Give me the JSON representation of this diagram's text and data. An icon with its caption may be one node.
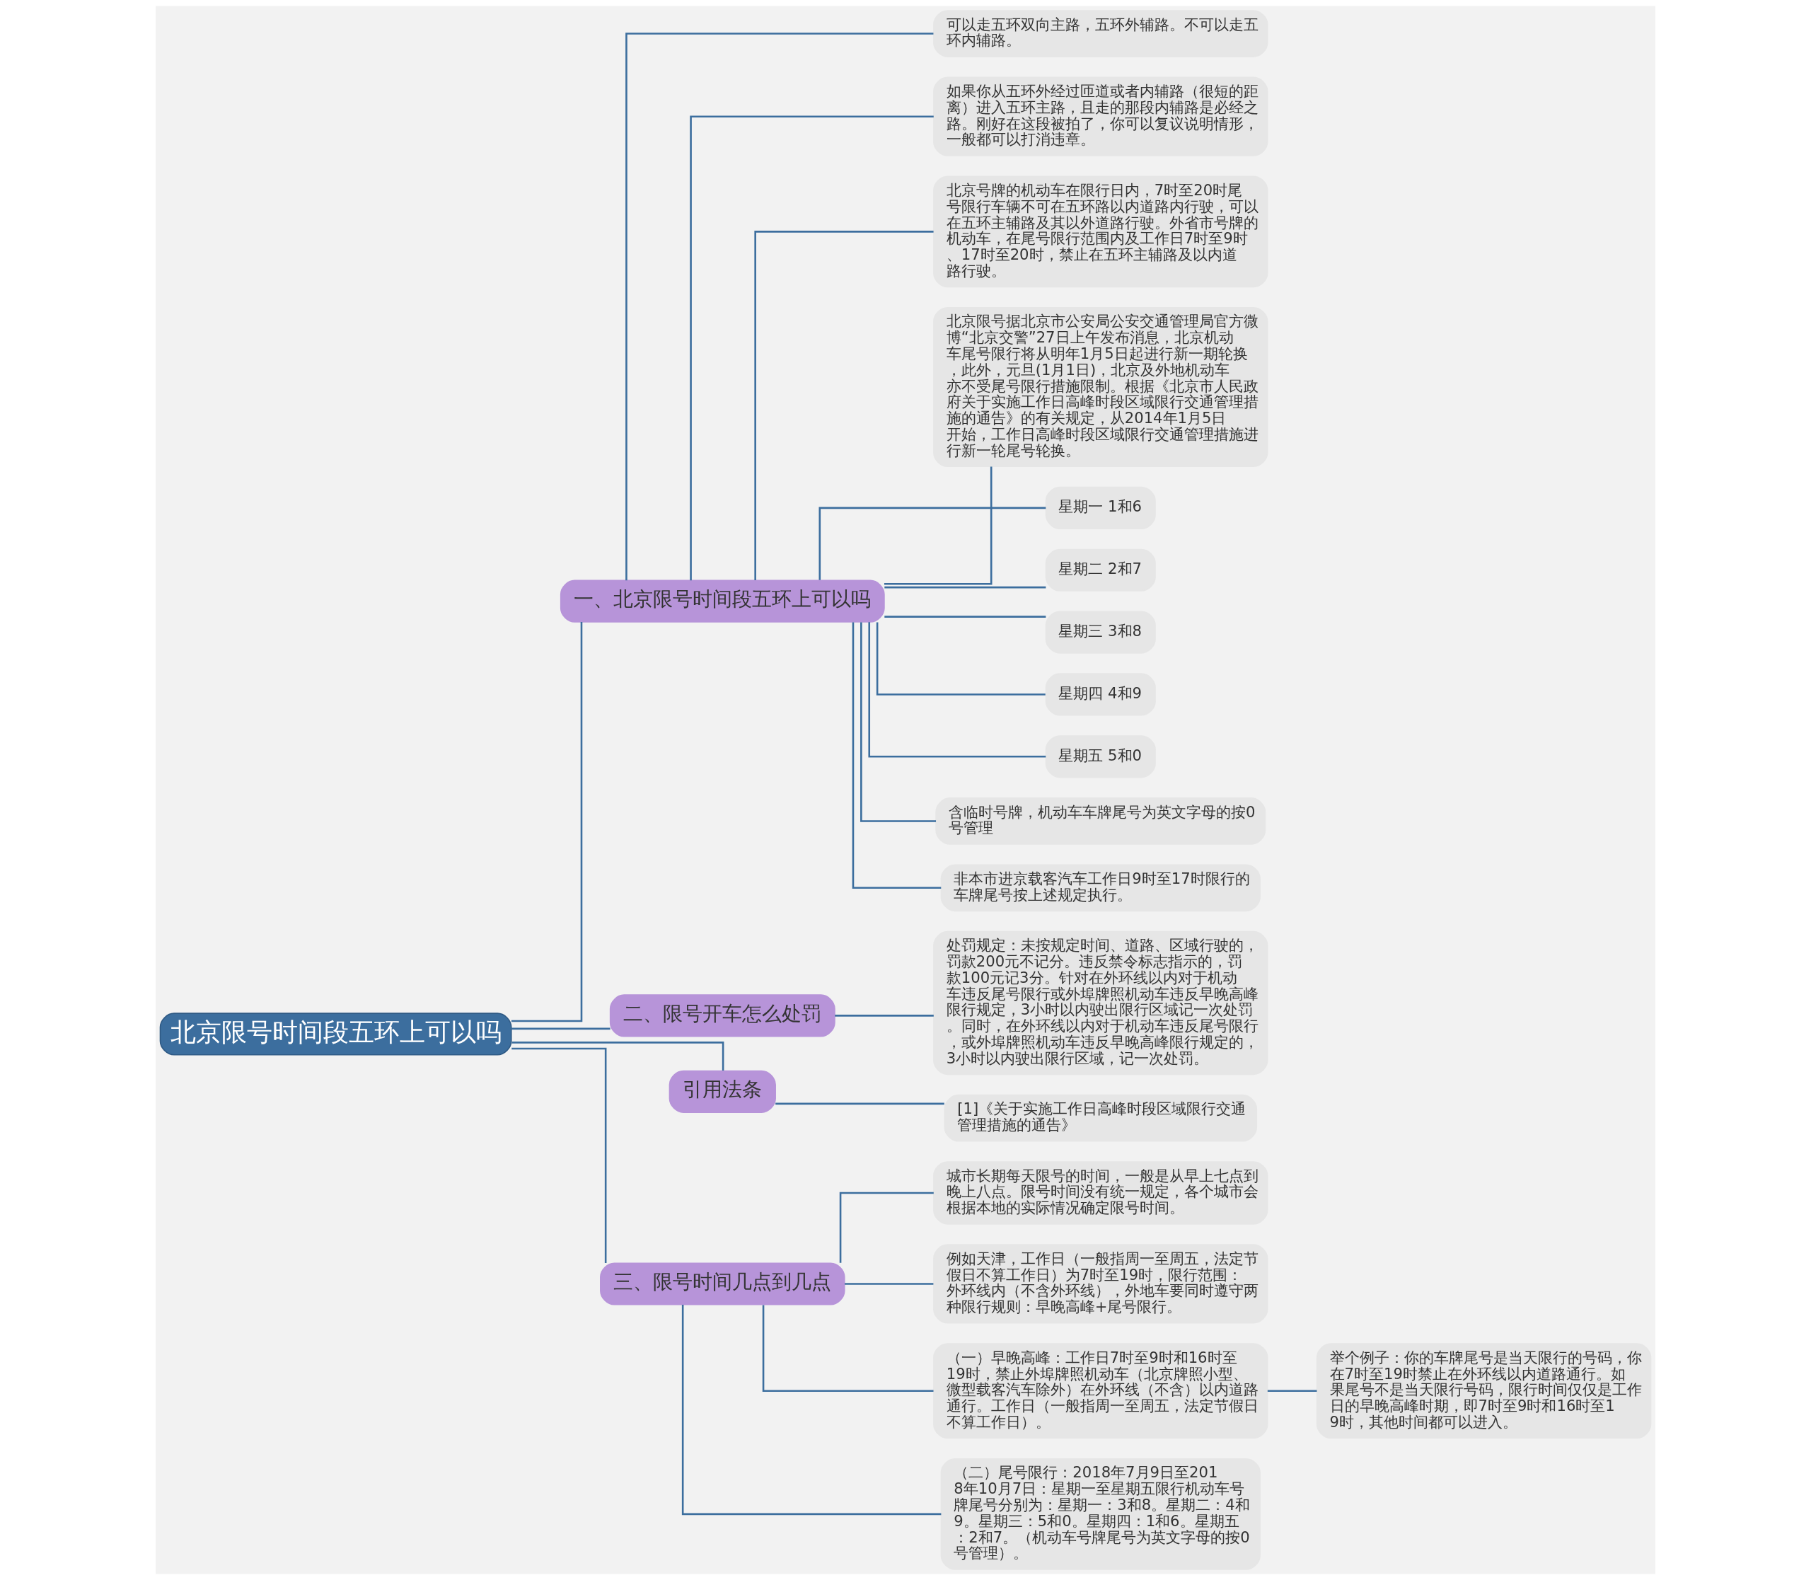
{
  "diagram": {
    "nodes": [
      {
        "text": [
          "北京限号时间段五环上可以吗"
        ]
      },
      {
        "text": [
          "一、北京限号时间段五环上可以吗"
        ]
      },
      {
        "text": [
          "可以走五环双向主路，五环外辅路。不可以走五环内辅路。"
        ]
      },
      {
        "text": [
          "如果你从五环外经过匝道或者内辅路（很短的距离）进入五环主路，且走的那段内辅路是必经之路。刚好在这段被拍了，你可以复议说明情形，一般都可以打消违章。"
        ]
      },
      {
        "text": [
          "北京号牌的机动车在限行日内，7时至20时尾号限行车辆不可在五环路以内道路内行驶，可以在五环主辅路及其以外道路行驶。外省市号牌的机动车，在尾号限行范围内及工作日7时至9时、17时至20时，禁止在五环主辅路及以内道路行驶。"
        ]
      },
      {
        "text": [
          "北京限号据北京市公安局公安交通管理局官方微博“北京交警”27日上午发布消息，北京机动车尾号限行将从明年1月5日起进行新一期轮换，此外，元旦(1月1日)，北京及外地机动车亦不受尾号限行措施限制。根据《北京市人民政府关于实施工作日高峰时段区域限行交通管理措施的通告》的有关规定，从2014年1月5日开始，工作日高峰时段区域限行交通管理措施进行新一轮尾号轮换。"
        ]
      },
      {
        "text": [
          "星期一 1和6"
        ]
      },
      {
        "text": [
          "星期二 2和7"
        ]
      },
      {
        "text": [
          "星期三 3和8"
        ]
      },
      {
        "text": [
          "星期四 4和9"
        ]
      },
      {
        "text": [
          "星期五 5和0"
        ]
      },
      {
        "text": [
          "含临时号牌，机动车车牌尾号为英文字母的按0号管理"
        ]
      },
      {
        "text": [
          "非本市进京载客汽车工作日9时至17时限行的车牌尾号按上述规定执行。"
        ]
      },
      {
        "text": [
          "二、限号开车怎么处罚"
        ]
      },
      {
        "text": [
          "处罚规定：未按规定时间、道路、区域行驶的，罚款200元不记分。违反禁令标志指示的，罚款100元记3分。针对在外环线以内对于机动车违反尾号限行或外埠牌照机动车违反早晚高峰限行规定，3小时以内驶出限行区域记一次处罚。同时，在外环线以内对于机动车违反尾号限行，或外埠牌照机动车违反早晚高峰限行规定的，3小时以内驶出限行区域，记一次处罚。"
        ]
      },
      {
        "text": [
          "引用法条"
        ]
      },
      {
        "text": [
          "[1]《关于实施工作日高峰时段区域限行交通管理措施的通告》"
        ]
      },
      {
        "text": [
          "三、限号时间几点到几点"
        ]
      },
      {
        "text": [
          "城市长期每天限号的时间，一般是从早上七点到晚上八点。限号时间没有统一规定，各个城市会根据本地的实际情况确定限号时间。"
        ]
      },
      {
        "text": [
          "例如天津，工作日（一般指周一至周五，法定节假日不算工作日）为7时至19时，限行范围：外环线内（不含外环线），外地车要同时遵守两种限行规则：早晚高峰+尾号限行。"
        ]
      },
      {
        "text": [
          "（一）早晚高峰：工作日7时至9时和16时至19时，禁止外埠牌照机动车（北京牌照小型、微型载客汽车除外）在外环线（不含）以内道路通行。工作日（一般指周一至周五，法定节假日不算工作日）。"
        ]
      },
      {
        "text": [
          "（二）尾号限行：2018年7月9日至2018年10月7日：星期一至星期五限行机动车号牌尾号分别为：星期一：3和8。星期二：4和9。星期三：5和0。星期四：1和6。星期五：2和7。（机动车号牌尾号为英文字母的按0号管理）。"
        ]
      },
      {
        "text": [
          "举个例子：你的车牌尾号是当天限行的号码，你在7时至19时禁止在外环线以内道路通行。如果尾号不是当天限行号码，限行时间仅仅是工作日的早晚高峰时期，即7时至9时和16时至19时，其他时间都可以进入。"
        ]
      }
    ],
    "edges": [
      {
        "from": 0,
        "to": 1,
        "arrow": "none"
      },
      {
        "from": 1,
        "to": 2,
        "arrow": "none"
      },
      {
        "from": 1,
        "to": 3,
        "arrow": "none"
      },
      {
        "from": 1,
        "to": 4,
        "arrow": "none"
      },
      {
        "from": 1,
        "to": 5,
        "arrow": "none"
      },
      {
        "from": 1,
        "to": 6,
        "arrow": "none"
      },
      {
        "from": 1,
        "to": 7,
        "arrow": "none"
      },
      {
        "from": 1,
        "to": 8,
        "arrow": "none"
      },
      {
        "from": 1,
        "to": 9,
        "arrow": "none"
      },
      {
        "from": 1,
        "to": 10,
        "arrow": "none"
      },
      {
        "from": 1,
        "to": 11,
        "arrow": "none"
      },
      {
        "from": 1,
        "to": 12,
        "arrow": "none"
      },
      {
        "from": 0,
        "to": 13,
        "arrow": "none"
      },
      {
        "from": 13,
        "to": 14,
        "arrow": "none"
      },
      {
        "from": 0,
        "to": 15,
        "arrow": "none"
      },
      {
        "from": 15,
        "to": 16,
        "arrow": "none"
      },
      {
        "from": 0,
        "to": 17,
        "arrow": "none"
      },
      {
        "from": 17,
        "to": 18,
        "arrow": "none"
      },
      {
        "from": 17,
        "to": 19,
        "arrow": "none"
      },
      {
        "from": 17,
        "to": 20,
        "arrow": "none"
      },
      {
        "from": 17,
        "to": 21,
        "arrow": "none"
      },
      {
        "from": 20,
        "to": 22,
        "arrow": "none"
      }
    ]
  }
}
